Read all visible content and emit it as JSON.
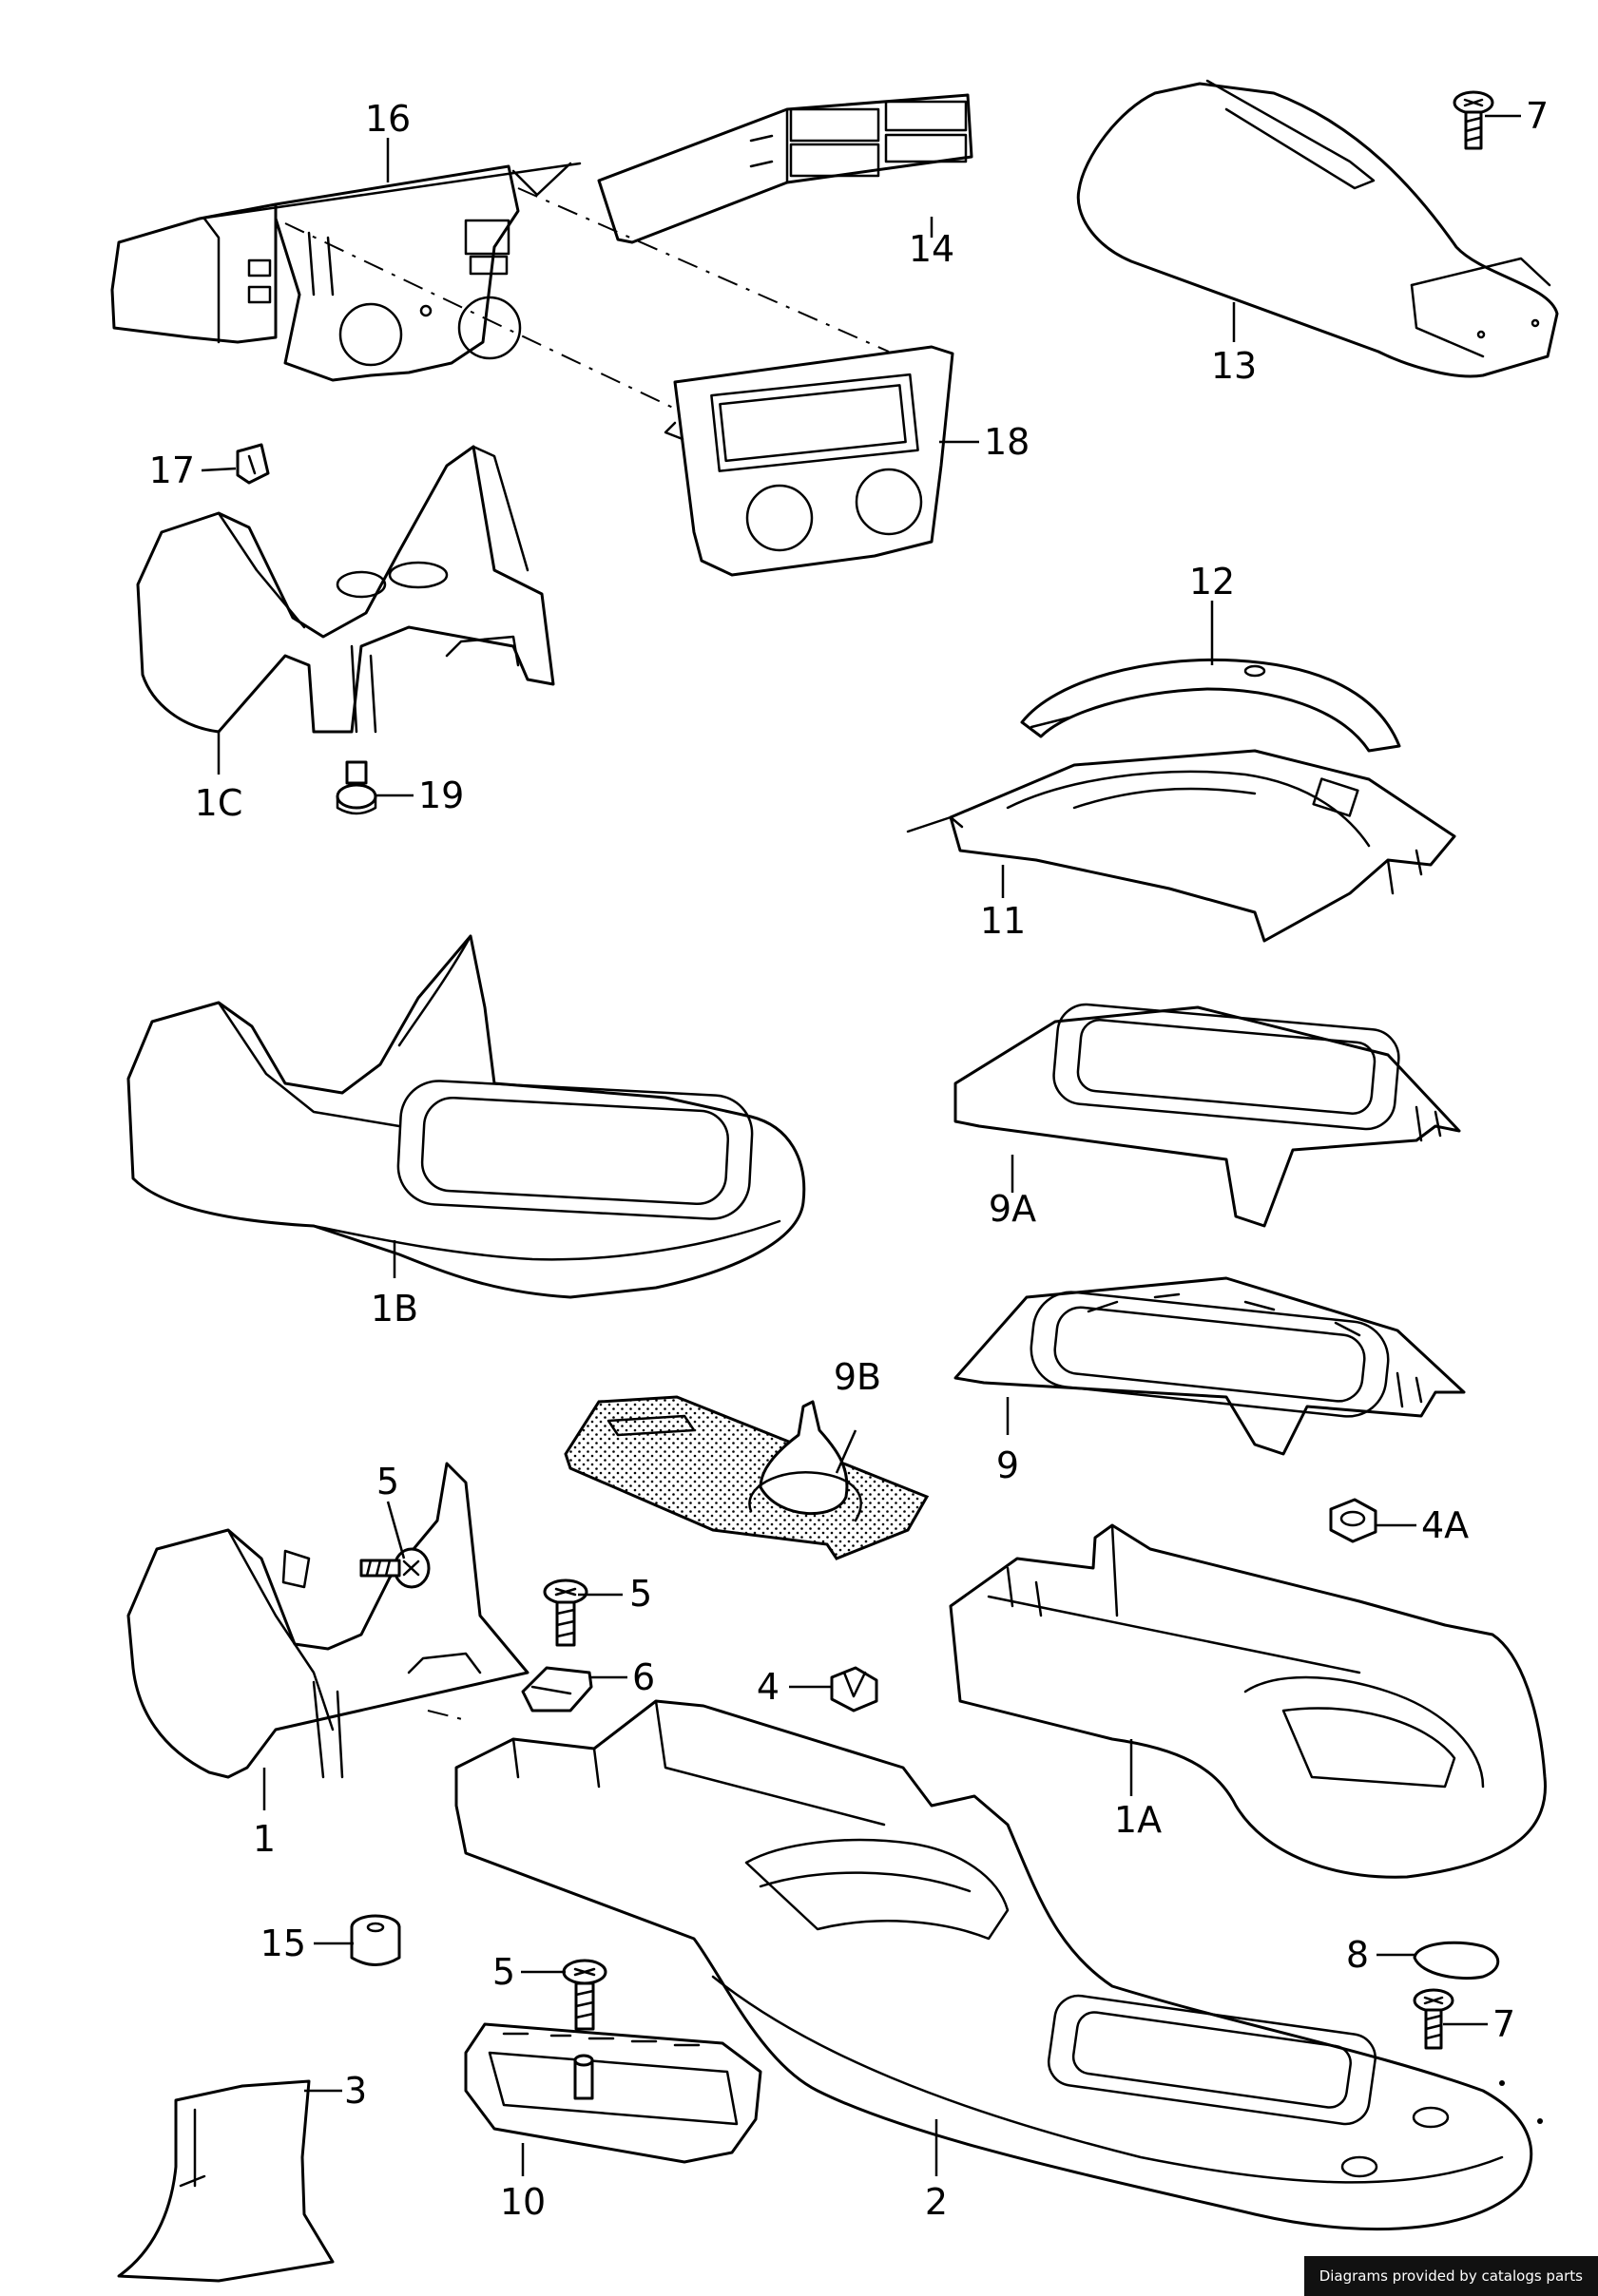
{
  "diagram": {
    "callouts": [
      "16",
      "14",
      "7",
      "13",
      "17",
      "18",
      "1C",
      "19",
      "12",
      "11",
      "1B",
      "9A",
      "9B",
      "9",
      "5",
      "5",
      "4A",
      "6",
      "4",
      "1",
      "1A",
      "15",
      "8",
      "5",
      "7",
      "3",
      "10",
      "2"
    ]
  },
  "footer": {
    "credit": "Diagrams provided by catalogs parts"
  },
  "colors": {
    "line": "#000000",
    "background": "#ffffff",
    "credit_background": "#111111",
    "credit_text": "#ffffff"
  }
}
